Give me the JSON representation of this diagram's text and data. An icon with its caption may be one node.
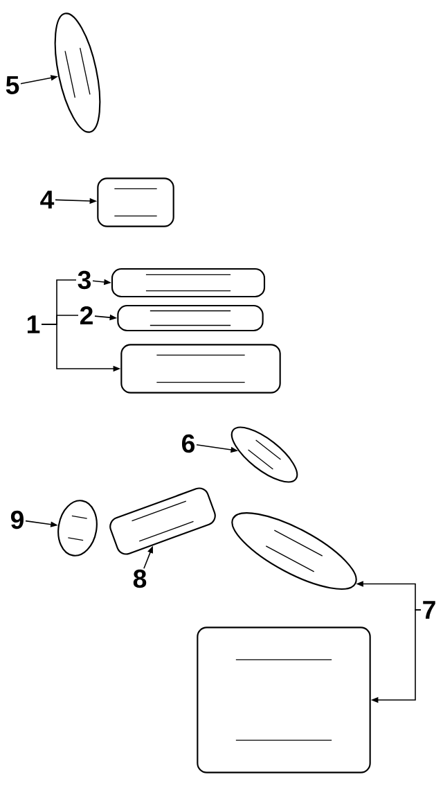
{
  "diagram": {
    "nodes": [
      {
        "text": [
          "5"
        ]
      },
      {
        "text": [],
        "shape": "picture"
      },
      {
        "text": [
          "4"
        ]
      },
      {
        "text": [],
        "shape": "picture"
      },
      {
        "text": [
          "1"
        ]
      },
      {
        "text": [
          "3"
        ]
      },
      {
        "text": [],
        "shape": "picture"
      },
      {
        "text": [
          "2"
        ]
      },
      {
        "text": [],
        "shape": "picture"
      },
      {
        "text": [],
        "shape": "picture"
      },
      {
        "text": [
          "6"
        ]
      },
      {
        "text": [],
        "shape": "picture"
      },
      {
        "text": [
          "9"
        ]
      },
      {
        "text": [],
        "shape": "picture"
      },
      {
        "text": [
          "8"
        ]
      },
      {
        "text": [],
        "shape": "picture"
      },
      {
        "text": [
          "7"
        ]
      },
      {
        "text": [],
        "shape": "picture"
      },
      {
        "text": [],
        "shape": "picture"
      }
    ],
    "edges": [
      {
        "from": 0,
        "to": 1,
        "arrow": "to"
      },
      {
        "from": 2,
        "to": 3,
        "arrow": "to"
      },
      {
        "from": 4,
        "to": 5,
        "arrow": "none"
      },
      {
        "from": 4,
        "to": 7,
        "arrow": "none"
      },
      {
        "from": 4,
        "to": 9,
        "arrow": "to"
      },
      {
        "from": 5,
        "to": 6,
        "arrow": "to"
      },
      {
        "from": 7,
        "to": 8,
        "arrow": "to"
      },
      {
        "from": 10,
        "to": 11,
        "arrow": "to"
      },
      {
        "from": 12,
        "to": 13,
        "arrow": "to"
      },
      {
        "from": 14,
        "to": 15,
        "arrow": "to"
      },
      {
        "from": 16,
        "to": 17,
        "arrow": "to"
      },
      {
        "from": 16,
        "to": 18,
        "arrow": "to"
      }
    ]
  }
}
